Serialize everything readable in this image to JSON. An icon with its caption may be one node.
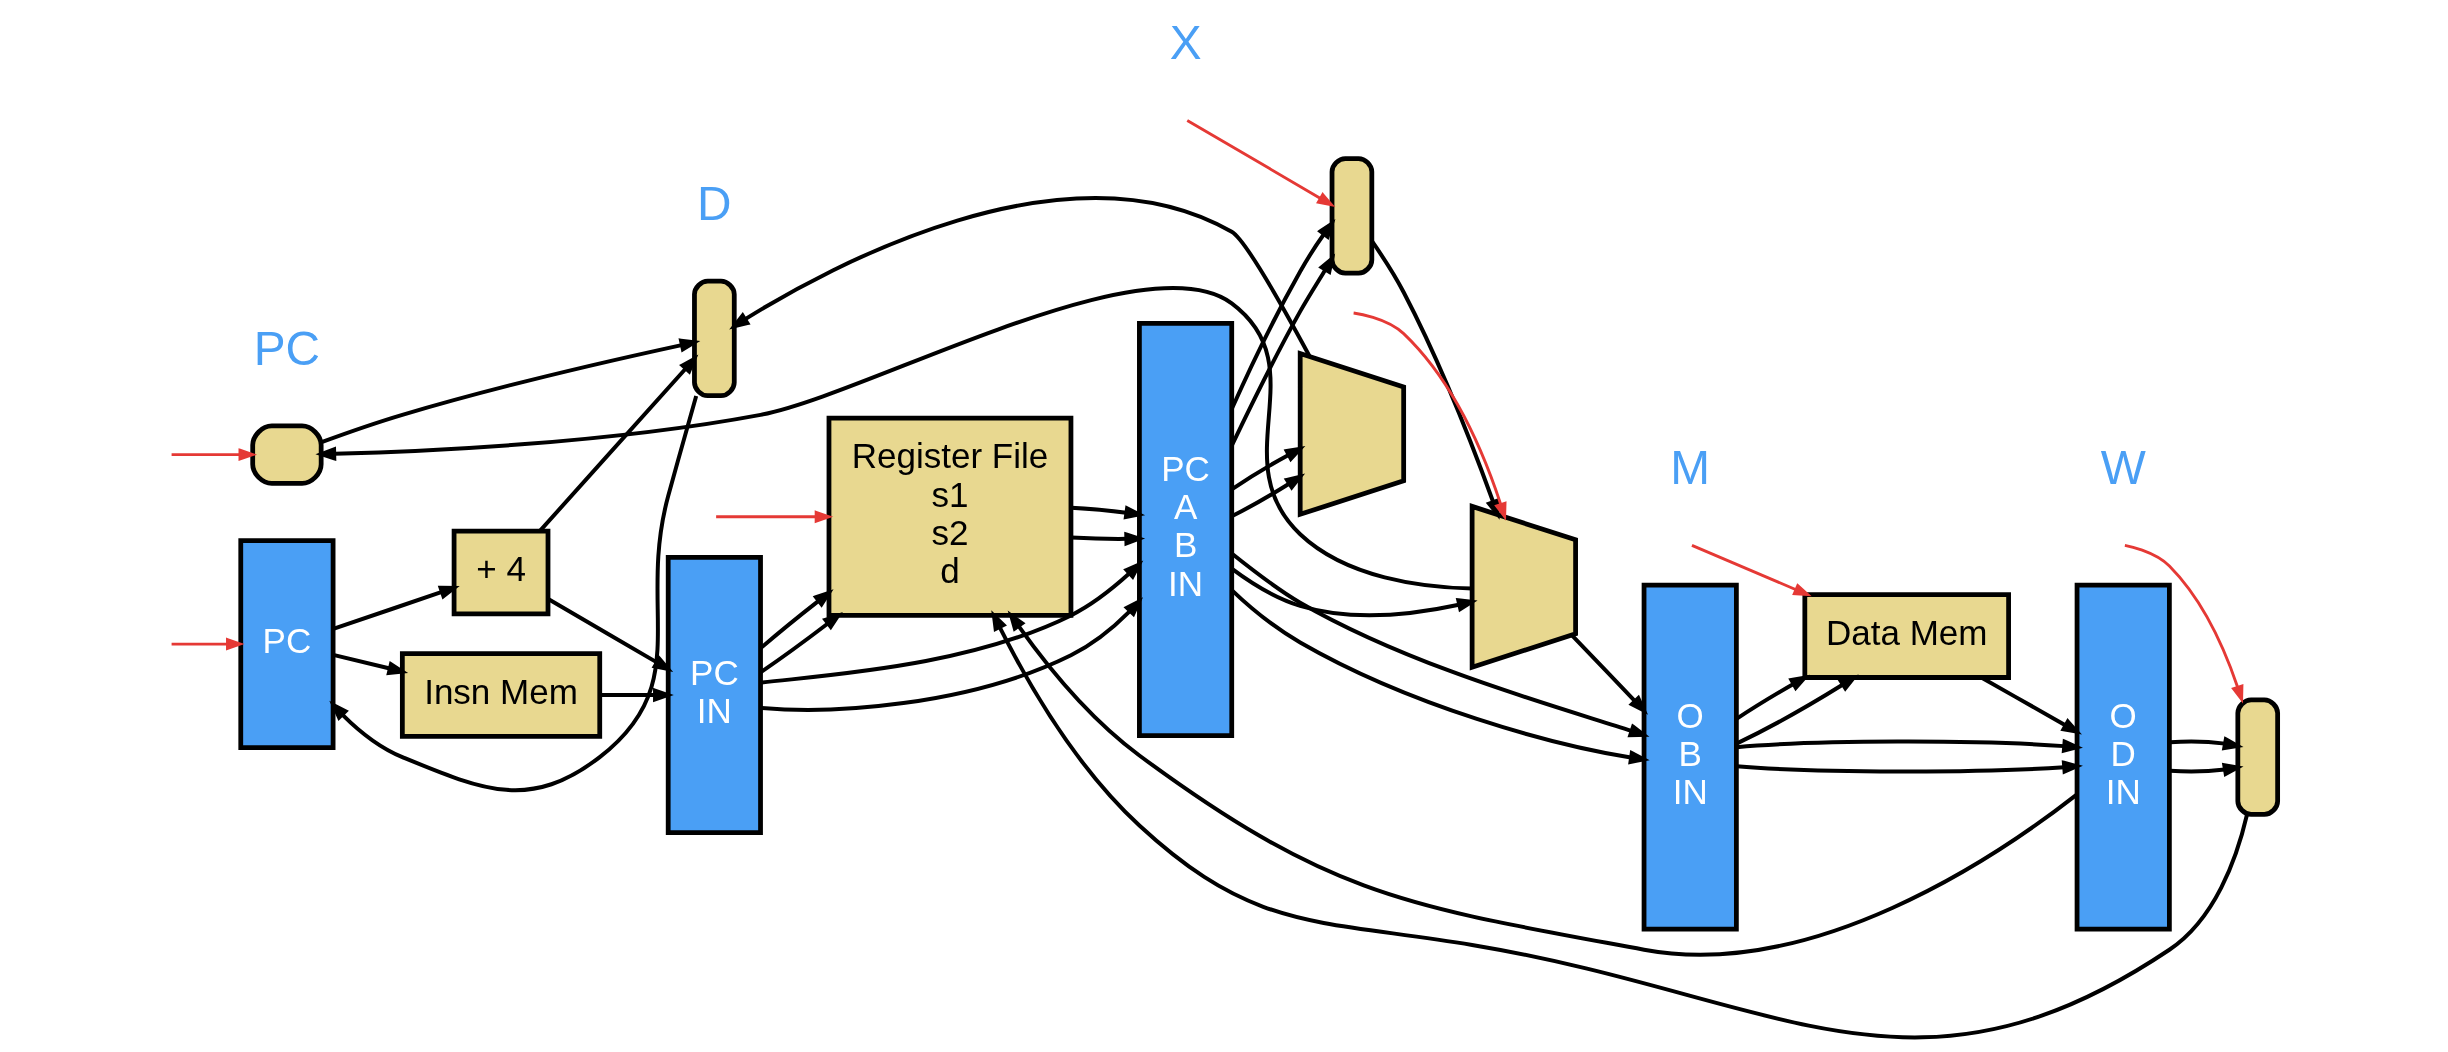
{
  "diagram": {
    "nodes": [
      {
        "text": [
          "PC"
        ]
      },
      {
        "text": [
          "Insn Mem"
        ]
      },
      {
        "text": [
          "+ 4"
        ]
      },
      {
        "text": [],
        "shape": "box"
      },
      {
        "text": [
          "PC",
          "IN"
        ]
      },
      {
        "text": [
          "Register File",
          "s1",
          "s2",
          "d"
        ]
      },
      {
        "text": [
          "PC",
          "A",
          "B",
          "IN"
        ]
      },
      {
        "text": [],
        "shape": "trapezoid"
      },
      {
        "text": [],
        "shape": "gate"
      },
      {
        "text": [],
        "shape": "box"
      },
      {
        "text": [],
        "shape": "trapezoid"
      },
      {
        "text": [
          "O",
          "B",
          "IN"
        ]
      },
      {
        "text": [
          "Data Mem"
        ]
      },
      {
        "text": [
          "O",
          "D",
          "IN"
        ]
      },
      {
        "text": [],
        "shape": "box"
      }
    ],
    "edges": [
      {
        "from": 3,
        "to": 0,
        "arrow": "to"
      },
      {
        "from": 0,
        "to": 1,
        "arrow": "to"
      },
      {
        "from": 0,
        "to": 2,
        "arrow": "to"
      },
      {
        "from": 2,
        "to": 4,
        "arrow": "to"
      },
      {
        "from": 2,
        "to": 3,
        "arrow": "to"
      },
      {
        "from": 1,
        "to": 4,
        "arrow": "to"
      },
      {
        "from": 4,
        "to": 6,
        "arrow": "to"
      },
      {
        "from": 4,
        "to": 6,
        "arrow": "to"
      },
      {
        "from": 4,
        "to": 5,
        "arrow": "to"
      },
      {
        "from": 4,
        "to": 5,
        "arrow": "to"
      },
      {
        "from": 13,
        "to": 5,
        "arrow": "to"
      },
      {
        "from": 5,
        "to": 6,
        "arrow": "to"
      },
      {
        "from": 5,
        "to": 6,
        "arrow": "to"
      },
      {
        "from": 6,
        "to": 7,
        "arrow": "to"
      },
      {
        "from": 6,
        "to": 10,
        "arrow": "to"
      },
      {
        "from": 6,
        "to": 9,
        "arrow": "to"
      },
      {
        "from": 6,
        "to": 11,
        "arrow": "to"
      },
      {
        "from": 6,
        "to": 9,
        "arrow": "to"
      },
      {
        "from": 6,
        "to": 7,
        "arrow": "to"
      },
      {
        "from": 9,
        "to": 10,
        "arrow": "to"
      },
      {
        "from": 7,
        "to": 3,
        "arrow": "to"
      },
      {
        "from": 10,
        "to": 8,
        "arrow": "to"
      },
      {
        "from": 8,
        "to": 3,
        "arrow": "to"
      },
      {
        "from": 10,
        "to": 11,
        "arrow": "to"
      },
      {
        "from": 11,
        "to": 12,
        "arrow": "to"
      },
      {
        "from": 11,
        "to": 13,
        "arrow": "to"
      },
      {
        "from": 11,
        "to": 12,
        "arrow": "to"
      },
      {
        "from": 6,
        "to": 11,
        "arrow": "to"
      },
      {
        "from": 11,
        "to": 13,
        "arrow": "to"
      },
      {
        "from": 12,
        "to": 13,
        "arrow": "to"
      },
      {
        "from": 13,
        "to": 14,
        "arrow": "to"
      },
      {
        "from": 13,
        "to": 14,
        "arrow": "to"
      },
      {
        "from": 14,
        "to": 5,
        "arrow": "to"
      },
      {
        "from": null,
        "to": 0,
        "arrow": "to",
        "color": "#e53935"
      },
      {
        "from": null,
        "to": 5,
        "arrow": "to",
        "color": "#e53935"
      },
      {
        "from": null,
        "to": 9,
        "arrow": "to",
        "color": "#e53935"
      },
      {
        "from": null,
        "to": 10,
        "arrow": "to",
        "color": "#e53935"
      },
      {
        "from": null,
        "to": 12,
        "arrow": "to",
        "color": "#e53935"
      },
      {
        "from": null,
        "to": 14,
        "arrow": "to",
        "color": "#e53935"
      },
      {
        "from": null,
        "to": 8,
        "arrow": "to",
        "color": "#e53935"
      }
    ],
    "labels": [
      "PC",
      "D",
      "X",
      "M",
      "W"
    ]
  }
}
